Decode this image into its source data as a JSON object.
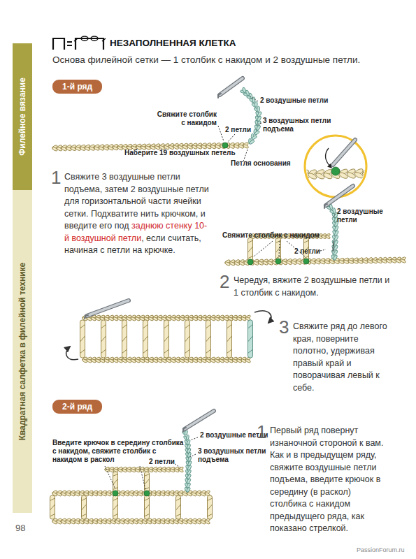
{
  "diagram": {
    "title": "НЕЗАПОЛНЕННАЯ КЛЕТКА",
    "nodes": [
      {
        "text": [
          "Филейное вязание"
        ]
      },
      {
        "text": [
          "Квадратная салфетка в филейной технике"
        ]
      },
      {
        "text": [
          "1-й ряд"
        ]
      },
      {
        "text": [
          "2-й ряд"
        ]
      }
    ],
    "labels": [
      "Основа филейной сетки — 1 столбик с накидом и 2 воздушные петли.",
      "2 воздушные петли",
      "Свяжите столбик с накидом",
      "2 петли",
      "3 воздушных петли подъема",
      "Наберите 19 воздушных петель",
      "Петля основания",
      "1",
      "Свяжите 3 воздушные петли подъема, затем 2 воздушные петли для горизонтальной части ячейки сетки. Подхватите нить крючком, и введите его под",
      "заднюю стенку 10-й воздушной петли",
      ", если считать, начиная с петли на крючке.",
      "2 воздушные петли",
      "Свяжите столбик с накидом",
      "2 петли",
      "2",
      "Чередуя, вяжите 2 воздушные петли и 1 столбик с накидом.",
      "3",
      "Свяжите ряд до левого края, поверните полотно, удерживая правый край и поворачивая левый к себе.",
      "Введите крючок в середину столбика с накидом, свяжите столбик с накидом в раскол",
      "2 воздушные петли",
      "2 петли",
      "3 воздушных петли подъема",
      "1",
      "Первый ряд повернут изнаночной стороной к вам. Как и в предыдущем ряду, свяжите воздушные петли подъема, введите крючок в середину (в раскол) столбика с накидом предыдущего ряда, как показано стрелкой.",
      "98",
      "PassionForum.ru"
    ]
  }
}
